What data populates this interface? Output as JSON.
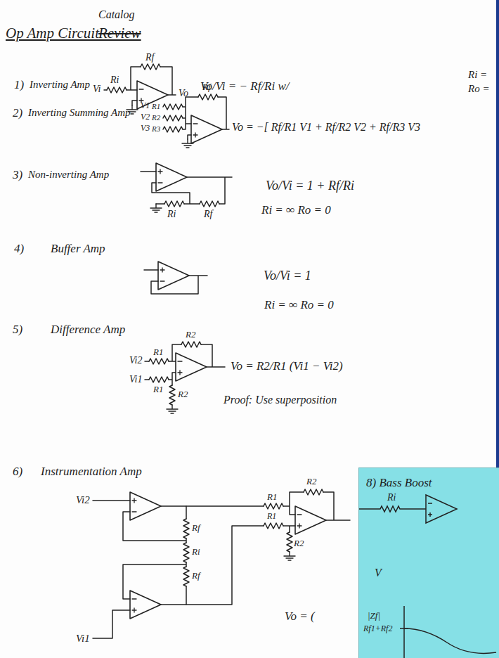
{
  "diagram": {
    "title": "Op Amp Circuit",
    "nodes": [
      {
        "text": [
          "8) Bass Boost",
          "Ri",
          "V",
          "|Zf|",
          "Rf1+Rf2"
        ]
      }
    ],
    "labels": [
      "Catalog",
      "Review",
      "1)",
      "Inverting Amp",
      "Rf",
      "Vi",
      "Ri",
      "Vo",
      "Vo/Vi = − Rf/Ri  w/",
      "Ri =",
      "Ro =",
      "2)",
      "Inverting Summing Amp",
      "Rf",
      "V1",
      "R1",
      "V2",
      "R2",
      "V3",
      "R3",
      "Vo = −[ Rf/R1 V1 + Rf/R2 V2 + Rf/R3 V3",
      "3)",
      "Non-inverting Amp",
      "Ri",
      "Rf",
      "Vo/Vi = 1 + Rf/Ri",
      "Ri = ∞   Ro = 0",
      "4)",
      "Buffer Amp",
      "Vo/Vi = 1",
      "Ri = ∞   Ro = 0",
      "5)",
      "Difference Amp",
      "R2",
      "R1",
      "Vi2",
      "Vi1",
      "R1",
      "R2",
      "Vo = R2/R1 (Vi1 − Vi2)",
      "Proof: Use superposition",
      "6)",
      "Instrumentation Amp",
      "Vi2",
      "Rf",
      "Ri",
      "Rf",
      "R1",
      "R2",
      "R1",
      "R2",
      "Vo = (",
      "Vi1"
    ]
  }
}
